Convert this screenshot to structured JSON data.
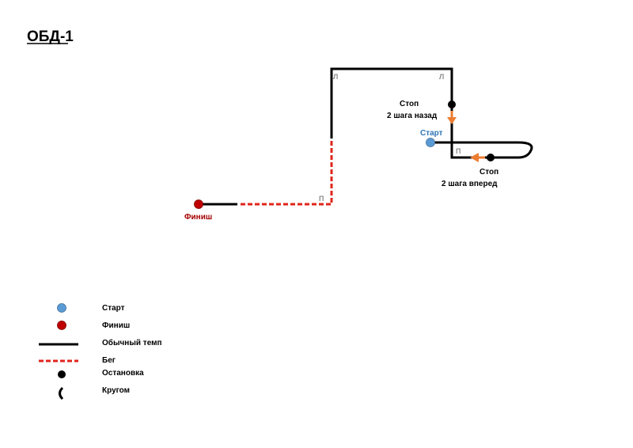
{
  "title": "ОБД-1",
  "colors": {
    "start": "#5b9bd5",
    "finish": "#c00000",
    "start_label": "#2e75b6",
    "finish_label": "#a50000",
    "path": "#000000",
    "run": "#e0251b",
    "arrow": "#ed7d31",
    "turn_letter": "#8c8c8c"
  },
  "markers": {
    "start_label": "Старт",
    "finish_label": "Финиш",
    "stop_back_line1": "Стоп",
    "stop_back_line2": "2 шага назад",
    "stop_forward_line1": "Стоп",
    "stop_forward_line2": "2 шага вперед"
  },
  "turns": {
    "left_top_corner": "Л",
    "left_top_right": "Л",
    "right_start": "П",
    "right_bottom": "П"
  },
  "legend": {
    "items": [
      {
        "key": "start",
        "label": "Старт",
        "icon": "blue-circle"
      },
      {
        "key": "finish",
        "label": "Финиш",
        "icon": "red-circle"
      },
      {
        "key": "walk",
        "label": "Обычный темп",
        "icon": "solid-line"
      },
      {
        "key": "run",
        "label": "Бег",
        "icon": "dashed-line"
      },
      {
        "key": "stop",
        "label": "Остановка",
        "icon": "black-dot"
      },
      {
        "key": "circle",
        "label": "Кругом",
        "icon": "arc"
      }
    ]
  }
}
